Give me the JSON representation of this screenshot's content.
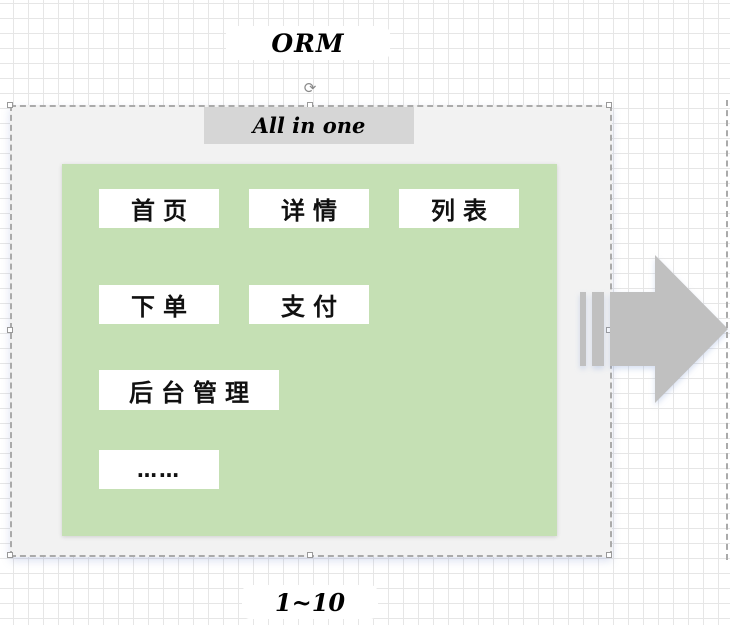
{
  "diagram": {
    "title": "ORM",
    "frame_header": "All in one",
    "bottom_label": "1~10",
    "modules": [
      {
        "label": "首页"
      },
      {
        "label": "详情"
      },
      {
        "label": "列表"
      },
      {
        "label": "下单"
      },
      {
        "label": "支付"
      },
      {
        "label": "后台管理"
      },
      {
        "label": "……"
      }
    ]
  },
  "colors": {
    "frame_fill": "#f2f2f2",
    "frame_border": "#aaaaaa",
    "header_fill": "#d6d6d6",
    "panel_fill": "#c5e0b4",
    "module_fill": "#ffffff",
    "arrow_fill": "#c0c0c0"
  },
  "icons": {
    "rotate": "rotate-handle-icon",
    "arrow": "block-arrow-right-icon"
  }
}
